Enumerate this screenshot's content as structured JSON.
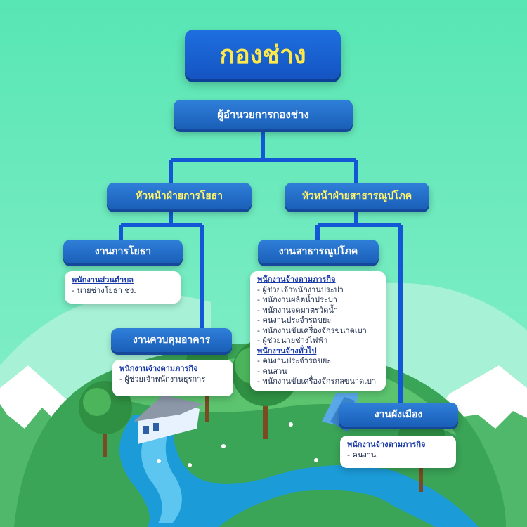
{
  "title": "กองช่าง",
  "head": "ผู้อำนวยการกองช่าง",
  "departments": [
    {
      "label": "หัวหน้าฝ่ายการโยธา"
    },
    {
      "label": "หัวหน้าฝ่ายสาธารณูปโภค"
    }
  ],
  "sections": {
    "road_work": {
      "label": "งานการโยธา",
      "groups": [
        {
          "heading": "พนักงานส่วนตำบล",
          "items": [
            "- นายช่างโยธา ชง."
          ]
        }
      ]
    },
    "building_control": {
      "label": "งานควบคุมอาคาร",
      "groups": [
        {
          "heading": "พนักงานจ้างตามภารกิจ",
          "items": [
            "- ผู้ช่วยเจ้าพนักงานธุรการ"
          ]
        }
      ]
    },
    "utilities": {
      "label": "งานสาธารณูปโภค",
      "groups": [
        {
          "heading": "พนักงานจ้างตามภารกิจ",
          "items": [
            "- ผู้ช่วยเจ้าพนักงานประปา",
            "- พนักงานผลิตน้ำประปา",
            "- พนักงานจดมาตรวัดน้ำ",
            "- คนงานประจำรถขยะ",
            "- พนักงานขับเครื่องจักรขนาดเบา",
            "- ผู้ช่วยนายช่างไฟฟ้า"
          ]
        },
        {
          "heading": "พนักงานจ้างทั่วไป",
          "items": [
            "- คนงานประจำรถขยะ",
            "- คนสวน",
            "- พนักงานขับเครื่องจักรกลขนาดเบา"
          ]
        }
      ]
    },
    "city_planning": {
      "label": "งานผังเมือง",
      "groups": [
        {
          "heading": "พนักงานจ้างตามภารกิจ",
          "items": [
            "- คนงาน"
          ]
        }
      ]
    }
  }
}
